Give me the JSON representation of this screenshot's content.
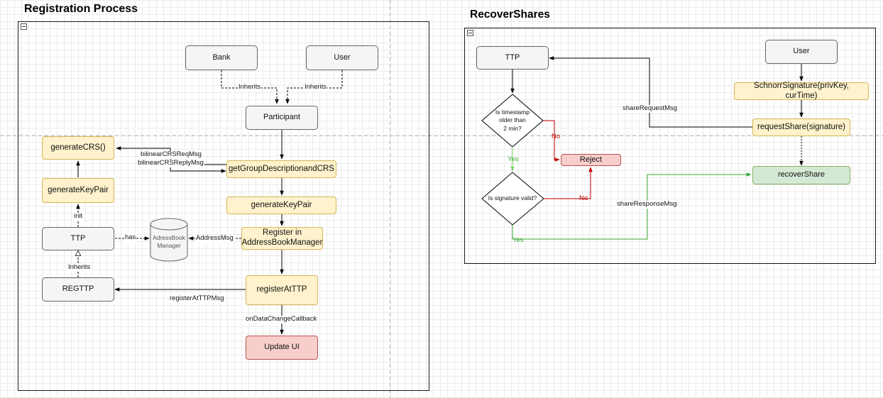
{
  "registration": {
    "title": "Registration Process",
    "nodes": {
      "bank": "Bank",
      "user": "User",
      "participant": "Participant",
      "get_group": "getGroupDescriptionandCRS",
      "generate_keypair_main": "generateKeyPair",
      "register_line1": "Register in",
      "register_line2": "AddressBookManager",
      "register_at_ttp": "registerAtTTP",
      "update_ui": "Update UI",
      "generate_crs": "generateCRS()",
      "generate_keypair_ttp": "generateKeyPair",
      "ttp": "TTP",
      "regttp": "REGTTP",
      "addressbook_line1": "AdressBook",
      "addressbook_line2": "Manager"
    },
    "edge_labels": {
      "inherits_bank": "Inherits",
      "inherits_user": "Inherits",
      "crs_req": "bilinearCRSReqMsg",
      "crs_reply": "bilinearCRSReplyMsg",
      "init": "init",
      "has": "has",
      "address_msg": "AddressMsg",
      "inherits_regttp": "Inherits",
      "register_msg": "registerAtTTPMsg",
      "on_data_change": "onDataChangeCallback"
    }
  },
  "recover": {
    "title": "RecoverShares",
    "nodes": {
      "ttp": "TTP",
      "user": "User",
      "schnorr": "SchnorrSignature(privKey, curTime)",
      "request_share": "requestShare(signature)",
      "recover_share": "recoverShare",
      "reject": "Reject",
      "decision_timestamp_l1": "Is timestamp",
      "decision_timestamp_l2": "older than",
      "decision_timestamp_l3": "2 min?",
      "decision_signature": "Is signature valid?"
    },
    "edge_labels": {
      "share_request": "shareRequestMsg",
      "share_response": "shareResponseMsg",
      "no_1": "No",
      "yes_1": "Yes",
      "no_2": "No",
      "yes_2": "Yes"
    }
  },
  "colors": {
    "gray_fill": "#f5f5f5",
    "yellow_fill": "#fff2cc",
    "red_fill": "#f8cecc",
    "green_fill": "#d5e8d4",
    "no_edge": "#c00000",
    "yes_edge": "#3aa832"
  },
  "icons": {
    "collapse": "minus-square-icon",
    "database": "cylinder-icon",
    "decision": "diamond-icon"
  }
}
